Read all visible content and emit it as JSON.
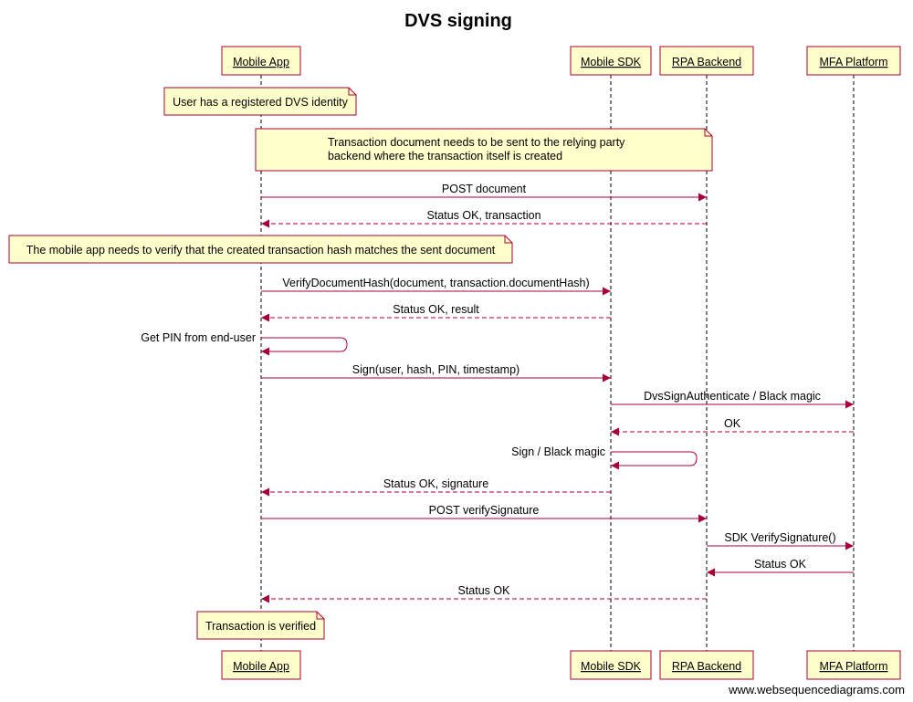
{
  "title": "DVS signing",
  "colors": {
    "box_fill": "#ffffcc",
    "box_stroke": "#a80036",
    "arrow": "#a80036",
    "lifeline": "#000000"
  },
  "participants": [
    {
      "id": "app",
      "name": "Mobile App"
    },
    {
      "id": "sdk",
      "name": "Mobile SDK"
    },
    {
      "id": "rpa",
      "name": "RPA Backend"
    },
    {
      "id": "mfa",
      "name": "MFA Platform"
    }
  ],
  "steps": [
    {
      "kind": "note",
      "over": [
        "app"
      ],
      "lines": [
        "User has a registered DVS identity"
      ]
    },
    {
      "kind": "note",
      "over": [
        "app",
        "rpa"
      ],
      "lines": [
        "Transaction document needs to be sent to the relying party",
        "backend where the transaction itself is created"
      ]
    },
    {
      "kind": "msg",
      "from": "app",
      "to": "rpa",
      "label": "POST document",
      "dashed": false
    },
    {
      "kind": "msg",
      "from": "rpa",
      "to": "app",
      "label": "Status OK, transaction",
      "dashed": true
    },
    {
      "kind": "note",
      "over": [
        "app"
      ],
      "lines": [
        "The mobile app needs to verify that the created transaction hash matches the sent document"
      ]
    },
    {
      "kind": "msg",
      "from": "app",
      "to": "sdk",
      "label": "VerifyDocumentHash(document, transaction.documentHash)",
      "dashed": false
    },
    {
      "kind": "msg",
      "from": "sdk",
      "to": "app",
      "label": "Status OK, result",
      "dashed": true
    },
    {
      "kind": "self",
      "at": "app",
      "label": "Get PIN from end-user"
    },
    {
      "kind": "msg",
      "from": "app",
      "to": "sdk",
      "label": "Sign(user, hash, PIN, timestamp)",
      "dashed": false
    },
    {
      "kind": "msg",
      "from": "sdk",
      "to": "mfa",
      "label": "DvsSignAuthenticate / Black magic",
      "dashed": false
    },
    {
      "kind": "msg",
      "from": "mfa",
      "to": "sdk",
      "label": "OK",
      "dashed": true
    },
    {
      "kind": "self",
      "at": "sdk",
      "label": "Sign / Black magic"
    },
    {
      "kind": "msg",
      "from": "sdk",
      "to": "app",
      "label": "Status OK, signature",
      "dashed": true
    },
    {
      "kind": "msg",
      "from": "app",
      "to": "rpa",
      "label": "POST verifySignature",
      "dashed": false
    },
    {
      "kind": "msg",
      "from": "rpa",
      "to": "mfa",
      "label": "SDK VerifySignature()",
      "dashed": false
    },
    {
      "kind": "msg",
      "from": "mfa",
      "to": "rpa",
      "label": "Status OK",
      "dashed": false
    },
    {
      "kind": "msg",
      "from": "rpa",
      "to": "app",
      "label": "Status OK",
      "dashed": true
    },
    {
      "kind": "note",
      "over": [
        "app"
      ],
      "lines": [
        "Transaction is verified"
      ]
    }
  ],
  "watermark": "www.websequencediagrams.com"
}
